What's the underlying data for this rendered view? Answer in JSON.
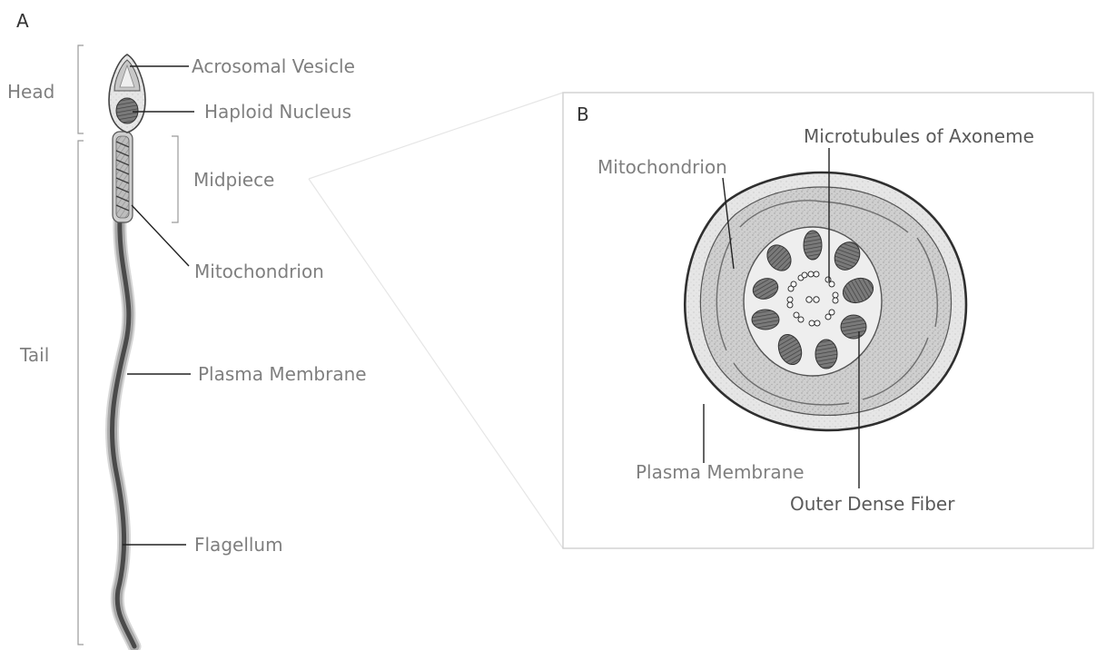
{
  "panel_a": {
    "letter": "A",
    "regions": {
      "head": "Head",
      "tail": "Tail",
      "midpiece": "Midpiece"
    },
    "labels": {
      "acrosomal_vesicle": "Acrosomal Vesicle",
      "haploid_nucleus": "Haploid Nucleus",
      "mitochondrion": "Mitochondrion",
      "plasma_membrane": "Plasma Membrane",
      "flagellum": "Flagellum"
    }
  },
  "panel_b": {
    "letter": "B",
    "labels": {
      "microtubules": "Microtubules of Axoneme",
      "mitochondrion": "Mitochondrion",
      "plasma_membrane": "Plasma Membrane",
      "outer_dense_fiber": "Outer Dense Fiber"
    }
  },
  "colors": {
    "label_text": "#7f7f7f",
    "leader_line": "#222222",
    "tissue_light": "#d9d9d9",
    "tissue_mid": "#b5b5b5",
    "tissue_dark": "#6a6a6a"
  }
}
